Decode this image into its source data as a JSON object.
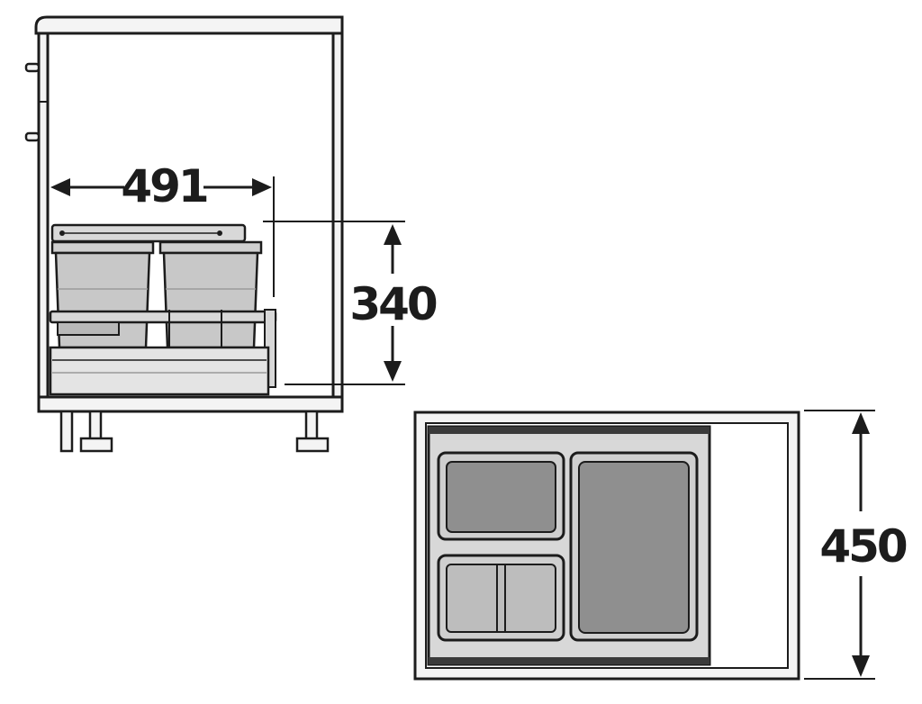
{
  "dimensions": {
    "width": "491",
    "height": "340",
    "depth": "450"
  },
  "colors": {
    "outline": "#1c1c1c",
    "cabinet_panel": "#f4f4f4",
    "bin_fill": "#c8c8c8",
    "bin_dark": "#9a9a9a",
    "frame_fill": "#d8d8d8",
    "inner_bin": "#8f8f8f"
  }
}
